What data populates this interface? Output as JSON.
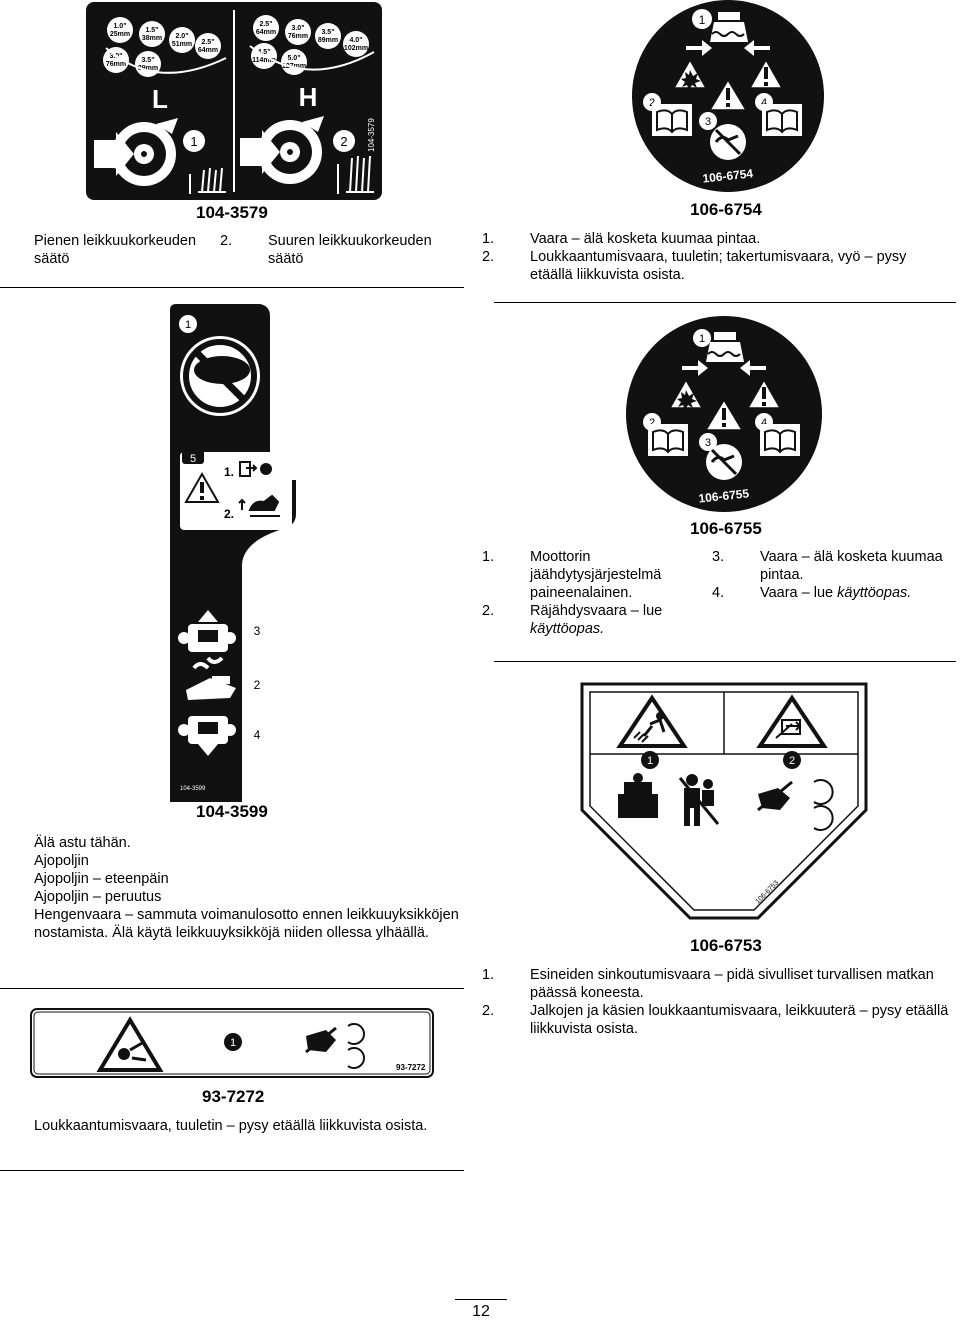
{
  "decal_104_3579": {
    "code": "104-3579",
    "heights_left": [
      "1.0\"",
      "25mm",
      "1.5\"",
      "38mm",
      "2.0\"",
      "51mm",
      "2.5\"",
      "64mm",
      "3.0\"",
      "76mm",
      "3.5\"",
      "89mm"
    ],
    "heights_right": [
      "2.5\"",
      "64mm",
      "3.0\"",
      "76mm",
      "3.5\"",
      "89mm",
      "4.0\"",
      "102mm",
      "4.5\"",
      "114mm",
      "5.0\"",
      "127mm"
    ],
    "letter_left": "L",
    "letter_right": "H",
    "num1": "1",
    "num2": "2",
    "items": [
      {
        "num": "1.",
        "text": "Pienen leikkuukorkeuden säätö"
      },
      {
        "num": "2.",
        "text": "Suuren leikkuukorkeuden säätö"
      }
    ]
  },
  "decal_106_6754": {
    "code": "106-6754",
    "n1": "1",
    "n2": "2",
    "n3": "3",
    "n4": "4",
    "items": [
      {
        "num": "1.",
        "text": "Vaara – älä kosketa kuumaa pintaa."
      },
      {
        "num": "2.",
        "text": "Loukkaantumisvaara, tuuletin; takertumisvaara, vyö – pysy etäällä liikkuvista osista."
      }
    ]
  },
  "decal_104_3599": {
    "code": "104-3599",
    "n1": "1",
    "n2": "2",
    "n3": "3",
    "n4": "4",
    "n5": "5",
    "step1": "1.",
    "step2": "2.",
    "items": [
      {
        "num": "1.",
        "text": "Älä astu tähän."
      },
      {
        "num": "2.",
        "text": "Ajopoljin"
      },
      {
        "num": "3.",
        "text": "Ajopoljin – eteenpäin"
      },
      {
        "num": "4.",
        "text": "Ajopoljin – peruutus"
      },
      {
        "num": "5.",
        "text": "Hengenvaara – sammuta voimanulosotto ennen leikkuuyksikköjen nostamista. Älä käytä leikkuuyksikköjä niiden ollessa ylhäällä."
      }
    ]
  },
  "decal_106_6755": {
    "code": "106-6755",
    "n1": "1",
    "n2": "2",
    "n3": "3",
    "n4": "4",
    "items": [
      {
        "num": "1.",
        "text": "Moottorin jäähdytysjärjestelmä paineenalainen."
      },
      {
        "num": "2.",
        "text": "Räjähdysvaara – lue ",
        "em": "käyttöopas."
      },
      {
        "num": "3.",
        "text": "Vaara – älä kosketa kuumaa pintaa."
      },
      {
        "num": "4.",
        "text": "Vaara – lue ",
        "em": "käyttöopas."
      }
    ]
  },
  "decal_106_6753": {
    "code": "106-6753",
    "n1": "1",
    "n2": "2",
    "items": [
      {
        "num": "1.",
        "text": "Esineiden sinkoutumisvaara – pidä sivulliset turvallisen matkan päässä koneesta."
      },
      {
        "num": "2.",
        "text": "Jalkojen ja käsien loukkaantumisvaara, leikkuuterä – pysy etäällä liikkuvista osista."
      }
    ]
  },
  "decal_93_7272": {
    "code": "93-7272",
    "n1": "1",
    "items": [
      {
        "num": "1.",
        "text": "Loukkaantumisvaara, tuuletin – pysy etäällä liikkuvista osista."
      }
    ]
  },
  "page_number": "12"
}
